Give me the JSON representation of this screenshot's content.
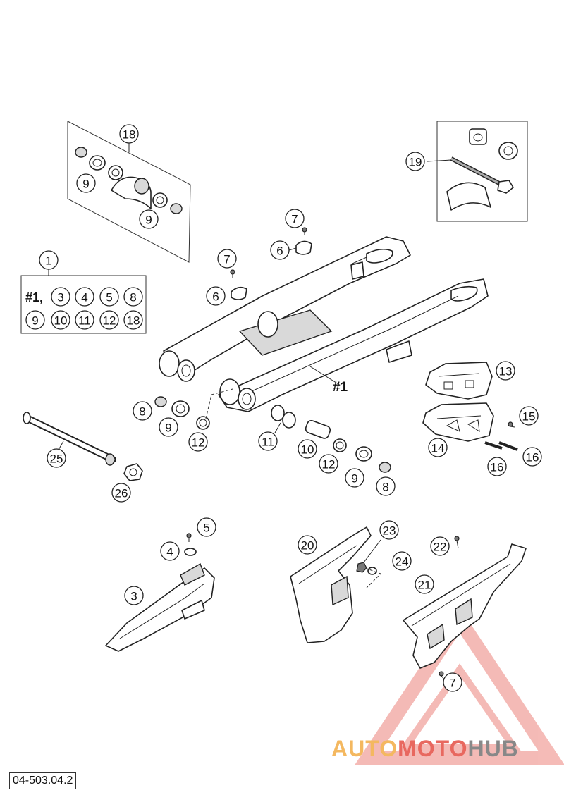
{
  "diagram_code": "04-503.04.2",
  "watermark": {
    "part_a": "AUTO",
    "part_b": "MOTO",
    "part_c": "HUB"
  },
  "kit_label": "#1,",
  "main_part_label": "#1",
  "kit_contents": [
    "3",
    "4",
    "5",
    "8",
    "9",
    "10",
    "11",
    "12",
    "18"
  ],
  "callouts": {
    "c1": "1",
    "c3": "3",
    "c4": "4",
    "c5": "5",
    "c6a": "6",
    "c6b": "6",
    "c7a": "7",
    "c7b": "7",
    "c7c": "7",
    "c8a": "8",
    "c8b": "8",
    "c9a": "9",
    "c9b": "9",
    "c9c": "9",
    "c9d": "9",
    "c10": "10",
    "c11": "11",
    "c12a": "12",
    "c12b": "12",
    "c13": "13",
    "c14": "14",
    "c15": "15",
    "c16a": "16",
    "c16b": "16",
    "c18": "18",
    "c19": "19",
    "c20": "20",
    "c21": "21",
    "c22": "22",
    "c23": "23",
    "c24": "24",
    "c25": "25",
    "c26": "26"
  },
  "colors": {
    "watermark_red": "#e8685f",
    "watermark_orange": "#f4b860",
    "watermark_grey": "#888888"
  }
}
